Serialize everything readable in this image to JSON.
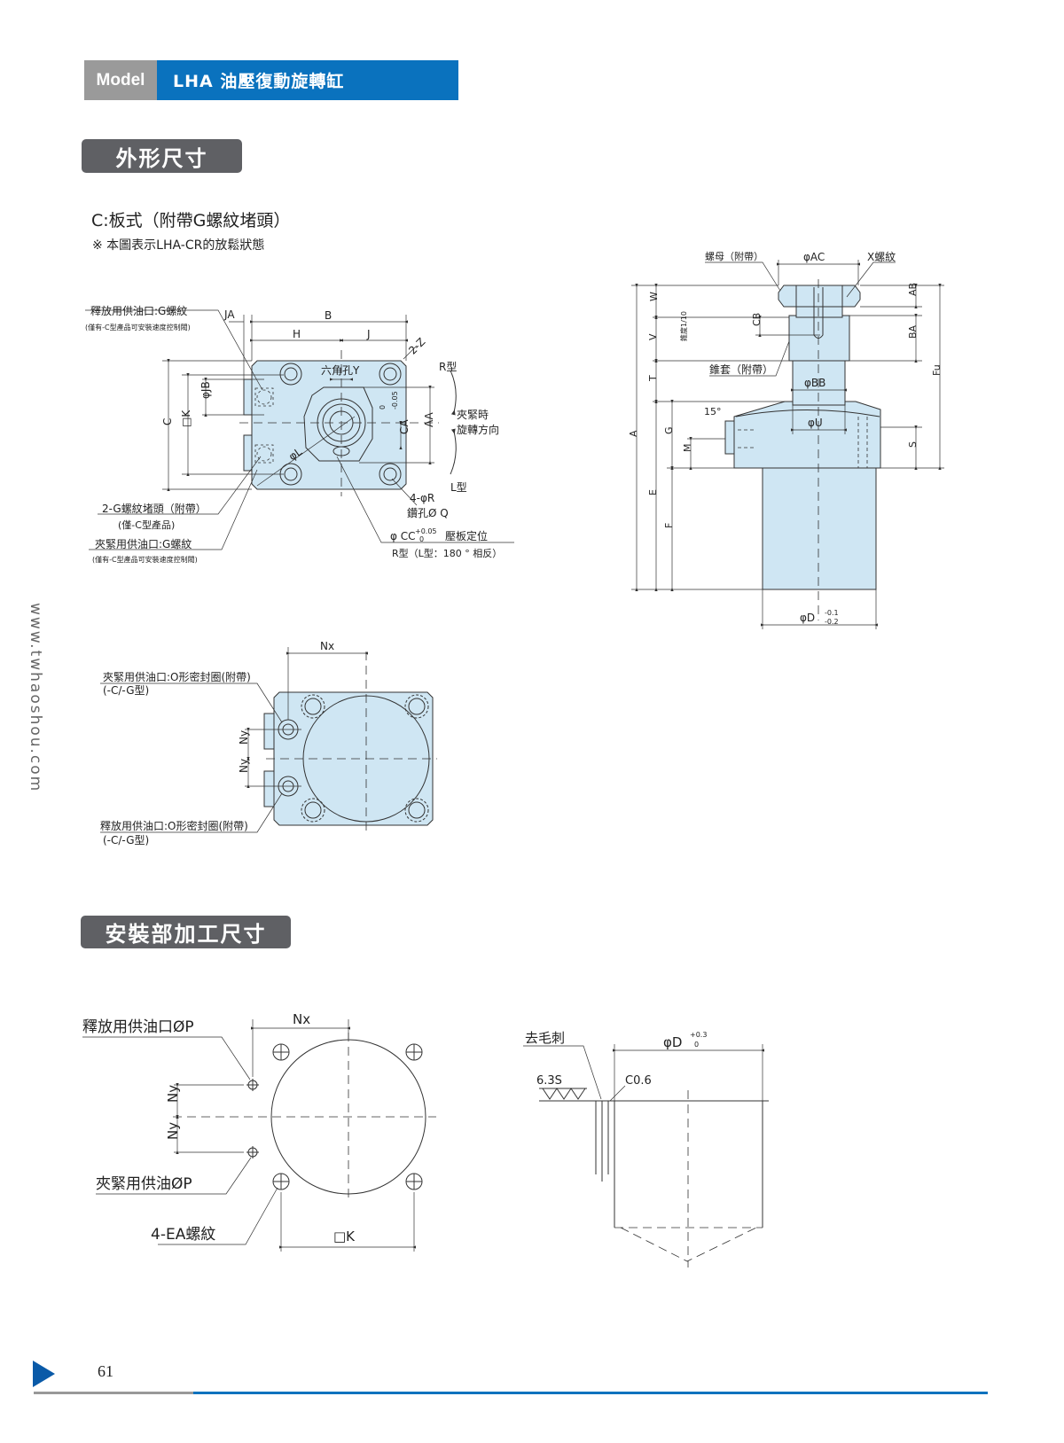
{
  "header": {
    "model_label": "Model",
    "title": "LHA 油壓復動旋轉缸"
  },
  "sections": {
    "outline_title": "外形尺寸",
    "install_title": "安裝部加工尺寸"
  },
  "outline": {
    "subtitle": "C:板式（附帶G螺紋堵頭）",
    "note": "※ 本圖表示LHA-CR的放鬆狀態"
  },
  "plan_view": {
    "release_port": "釋放用供油口:G螺紋",
    "release_port_note": "(僅有-C型產品可安裝速度控制閥)",
    "plug": "2-G螺紋堵頭（附帶）",
    "plug_note": "(僅-C型產品)",
    "clamp_port": "夾緊用供油口:G螺紋",
    "clamp_port_note": "(僅有-C型產品可安裝速度控制閥)",
    "JA": "JA",
    "B": "B",
    "H": "H",
    "J": "J",
    "Z": "2-Z",
    "hex": "六角孔Y",
    "C": "C",
    "K": "□K",
    "JB": "φJB",
    "L": "φL",
    "CA": "CA",
    "CA_tol": "-0.05",
    "CA_tol0": "0",
    "AA": "AA",
    "r_type": "R型",
    "clamp_rot1": "夾緊時",
    "clamp_rot2": "旋轉方向",
    "l_type": "L型",
    "R": "4-φR",
    "Q": "鑽孔Ø Q",
    "CC": "φ CC",
    "CC_up": "+0.05",
    "CC_low": "0",
    "plate_pos": "壓板定位",
    "r_note": "R型（L型：180 ° 相反）"
  },
  "side_view": {
    "nut": "螺母（附帶）",
    "AC": "φAC",
    "X": "X螺紋",
    "W": "W",
    "V": "V",
    "taper": "錐度1/10",
    "T": "T",
    "A": "A",
    "E": "E",
    "G": "G",
    "M": "M",
    "F": "F",
    "CB": "CB",
    "AB": "AB",
    "BA": "BA",
    "Fu": "Fu",
    "S": "S",
    "collet": "錐套（附帶）",
    "BB": "φBB",
    "U": "φU",
    "angle": "15°",
    "D": "φD",
    "D_up": "-0.1",
    "D_low": "-0.2"
  },
  "bottom_view": {
    "clamp_port": "夾緊用供油口:O形密封圈(附帶)",
    "clamp_type": "(-C/-G型)",
    "release_port": "釋放用供油口:O形密封圈(附帶)",
    "release_type": "(-C/-G型)",
    "Nx": "Nx",
    "Ny": "Ny"
  },
  "install_view": {
    "release": "釋放用供油口ØP",
    "clamp": "夾緊用供油ØP",
    "EA": "4-EA螺紋",
    "Nx": "Nx",
    "Ny": "Ny",
    "K": "□K",
    "deburr": "去毛刺",
    "D": "φD",
    "D_up": "+0.3",
    "D_low": "0",
    "rough": "6.3S",
    "chamfer": "C0.6"
  },
  "watermark": "www.twhaoshou.com",
  "footer": {
    "page": "61"
  },
  "colors": {
    "brand_blue": "#0a72be",
    "section_gray": "#5f6064",
    "part_fill": "#cfe6f3"
  }
}
